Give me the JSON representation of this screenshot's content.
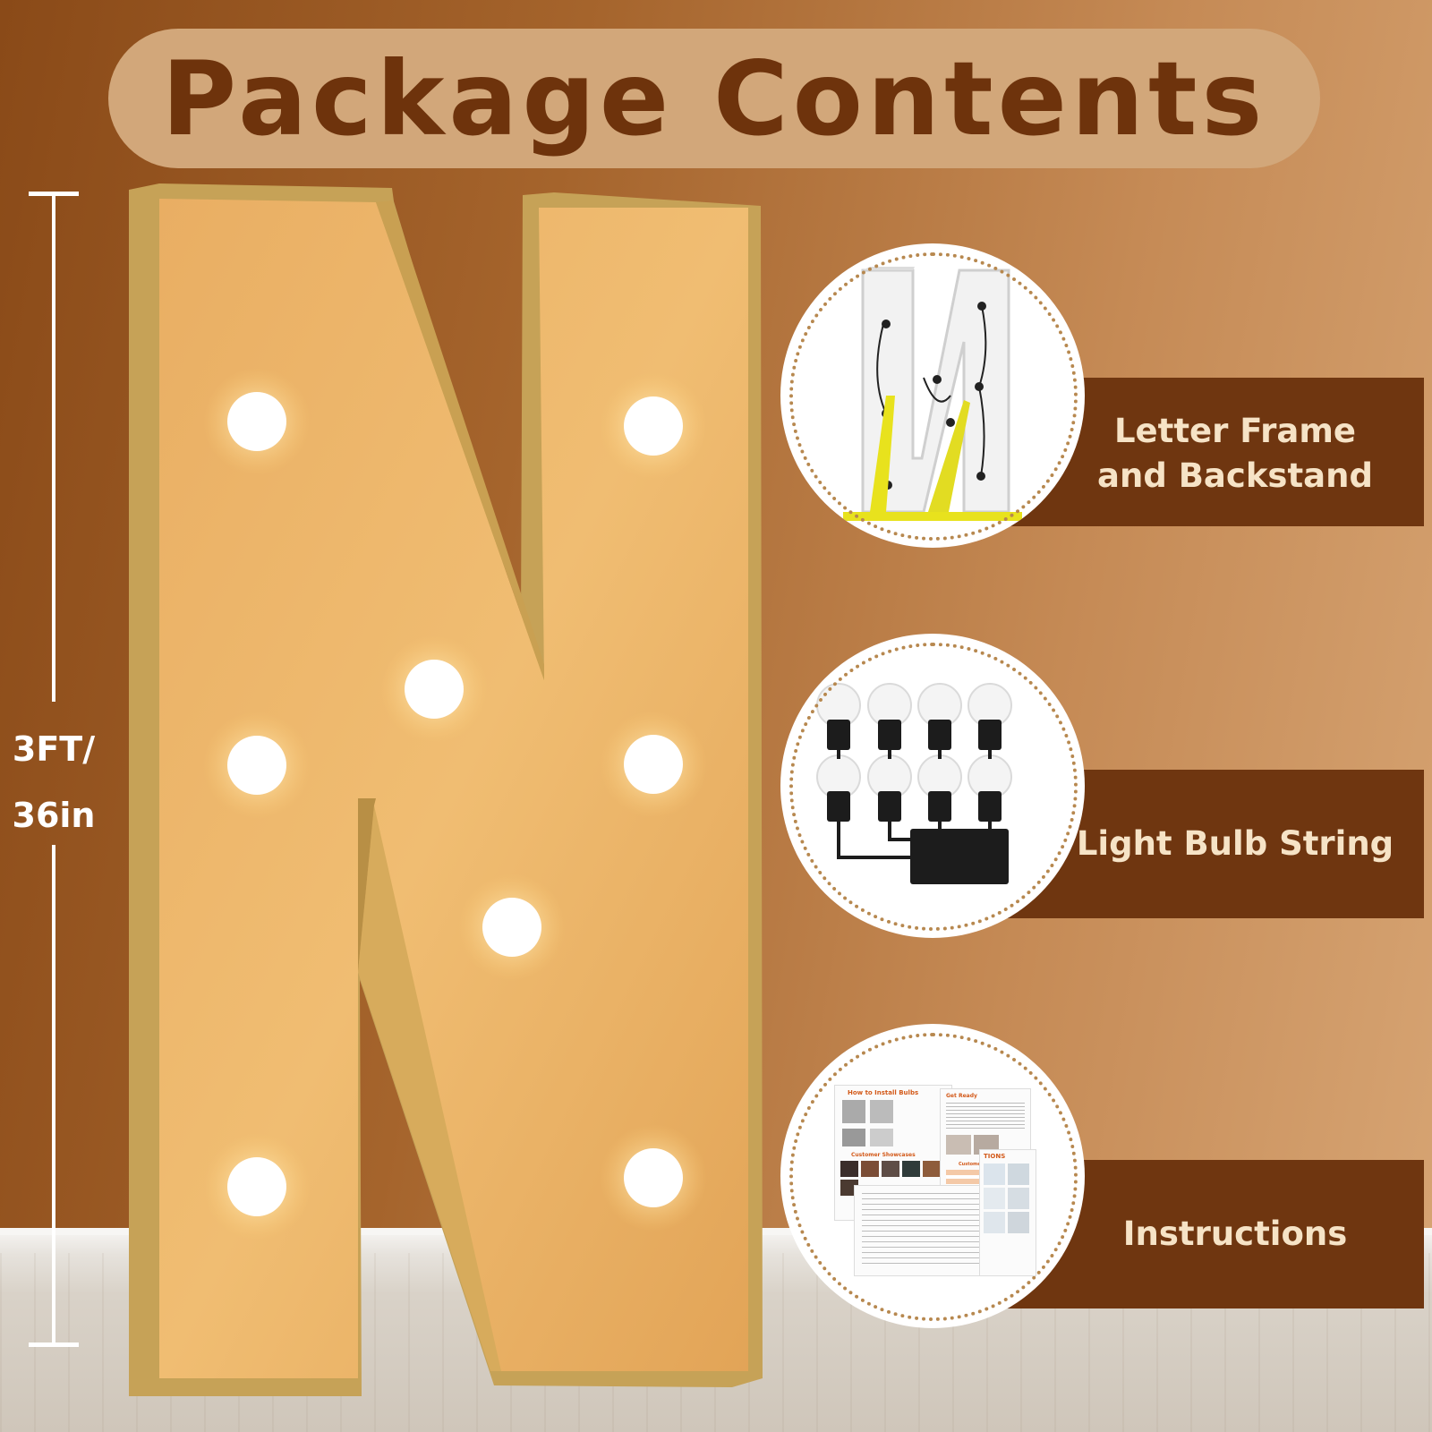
{
  "title": "Package Contents",
  "dimension": {
    "line1": "3FT/",
    "line2": "36in"
  },
  "items": [
    {
      "label_line1": "Letter Frame",
      "label_line2": "and Backstand"
    },
    {
      "label_line1": "Light Bulb String",
      "label_line2": ""
    },
    {
      "label_line1": "Instructions",
      "label_line2": ""
    }
  ],
  "instructions_sheet": {
    "heading_left": "How to Install Bulbs",
    "heading_right": "Get Ready",
    "heading_showcases": "Customer Showcases",
    "heading_feedback": "Customer Feedback",
    "heading_cut": "TIONS"
  },
  "colors": {
    "title_text": "#6e330c",
    "title_pill": "#d2a77a",
    "banner": "#6f3610",
    "banner_text": "#f6e3c6",
    "letter_face": "#e8b066",
    "letter_rim": "#c9a253"
  },
  "icons": [
    "letter-frame-image",
    "bulb-string-image",
    "instructions-image"
  ]
}
